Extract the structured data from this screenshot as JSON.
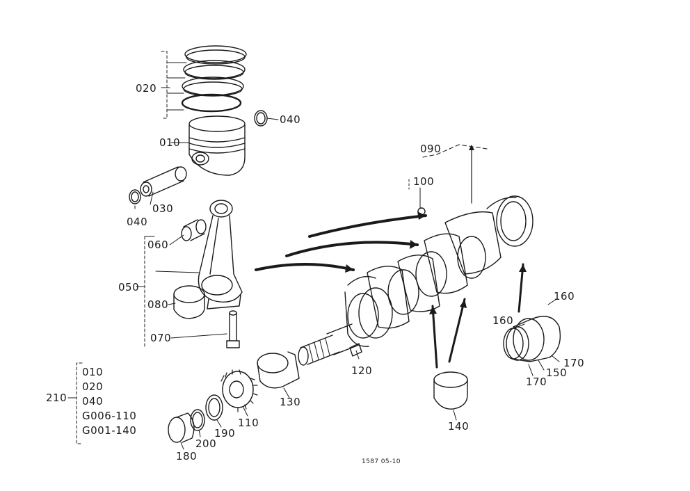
{
  "labels": {
    "p010": "010",
    "p020": "020",
    "p030": "030",
    "p040a": "040",
    "p040b": "040",
    "p050": "050",
    "p060": "060",
    "p070": "070",
    "p080": "080",
    "p090": "090",
    "p100": "100",
    "p110": "110",
    "p120": "120",
    "p130": "130",
    "p140": "140",
    "p150": "150",
    "p160a": "160",
    "p160b": "160",
    "p170a": "170",
    "p170b": "170",
    "p180": "180",
    "p190": "190",
    "p200": "200",
    "p210": "210"
  },
  "kit_list": [
    "010",
    "020",
    "040",
    "G006-110",
    "G001-140"
  ],
  "footer_code": "1587  05-10"
}
